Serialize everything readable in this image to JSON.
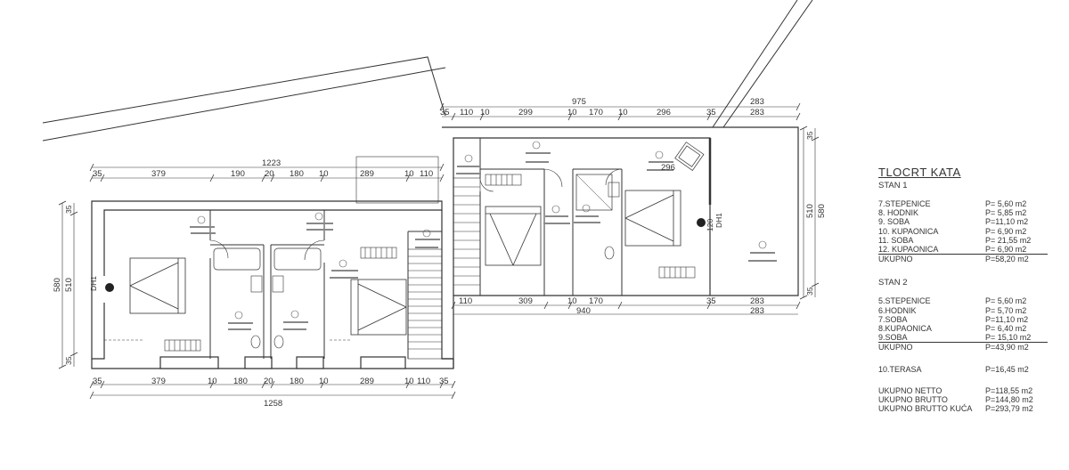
{
  "plan": {
    "dims_top": {
      "total_right": "975",
      "right_segments": [
        "35",
        "110",
        "10",
        "299",
        "10",
        "170",
        "10",
        "296",
        "35"
      ],
      "right_extra": [
        "283",
        "283"
      ],
      "total_left": "1223",
      "left_segments": [
        "35",
        "379",
        "190",
        "20",
        "180",
        "10",
        "289",
        "10",
        "110"
      ]
    },
    "dims_bottom": {
      "total": "1258",
      "segments": [
        "35",
        "379",
        "10",
        "180",
        "20",
        "180",
        "10",
        "289",
        "10",
        "110",
        "35"
      ],
      "right_total": "940",
      "right_segments": [
        "110",
        "309",
        "10",
        "170"
      ],
      "right_extra": [
        "35",
        "283",
        "283"
      ]
    },
    "dims_side": {
      "left_outer": "580",
      "left_inner": "510",
      "left_top": "35",
      "left_bottom": "35",
      "right_outer": "580",
      "right_inner": "510",
      "right_top": "35",
      "right_bottom": "35",
      "inner_mark": "296",
      "door_mark": "120"
    },
    "door_tags": [
      "DH1",
      "DH1"
    ]
  },
  "legend": {
    "title": "TLOCRT KATA",
    "stan1_title": "STAN 1",
    "stan1": [
      {
        "name": "7.STEPENICE",
        "area": "P= 5,60 m2"
      },
      {
        "name": "8. HODNIK",
        "area": "P= 5,85 m2"
      },
      {
        "name": "9. SOBA",
        "area": "P=11,10 m2"
      },
      {
        "name": "10. KUPAONICA",
        "area": "P=  6,90 m2"
      },
      {
        "name": "11. SOBA",
        "area": "P= 21,55 m2"
      },
      {
        "name": "12. KUPAONICA",
        "area": "P=  6,90 m2"
      }
    ],
    "stan1_total": {
      "name": "UKUPNO",
      "area": "P=58,20 m2"
    },
    "stan2_title": "STAN 2",
    "stan2": [
      {
        "name": "5.STEPENICE",
        "area": "P= 5,60 m2"
      },
      {
        "name": "6.HODNIK",
        "area": "P= 5,70 m2"
      },
      {
        "name": "7.SOBA",
        "area": "P=11,10 m2"
      },
      {
        "name": "8.KUPAONICA",
        "area": "P= 6,40 m2"
      },
      {
        "name": "9.SOBA",
        "area": "P= 15,10 m2"
      }
    ],
    "stan2_total": {
      "name": "UKUPNO",
      "area": "P=43,90 m2"
    },
    "terasa": {
      "name": "10.TERASA",
      "area": "P=16,45 m2"
    },
    "totals": [
      {
        "name": "UKUPNO NETTO",
        "area": "P=118,55 m2"
      },
      {
        "name": "UKUPNO BRUTTO",
        "area": "P=144,80 m2"
      },
      {
        "name": "UKUPNO BRUTTO  KUĆA",
        "area": "P=293,79 m2"
      }
    ]
  }
}
